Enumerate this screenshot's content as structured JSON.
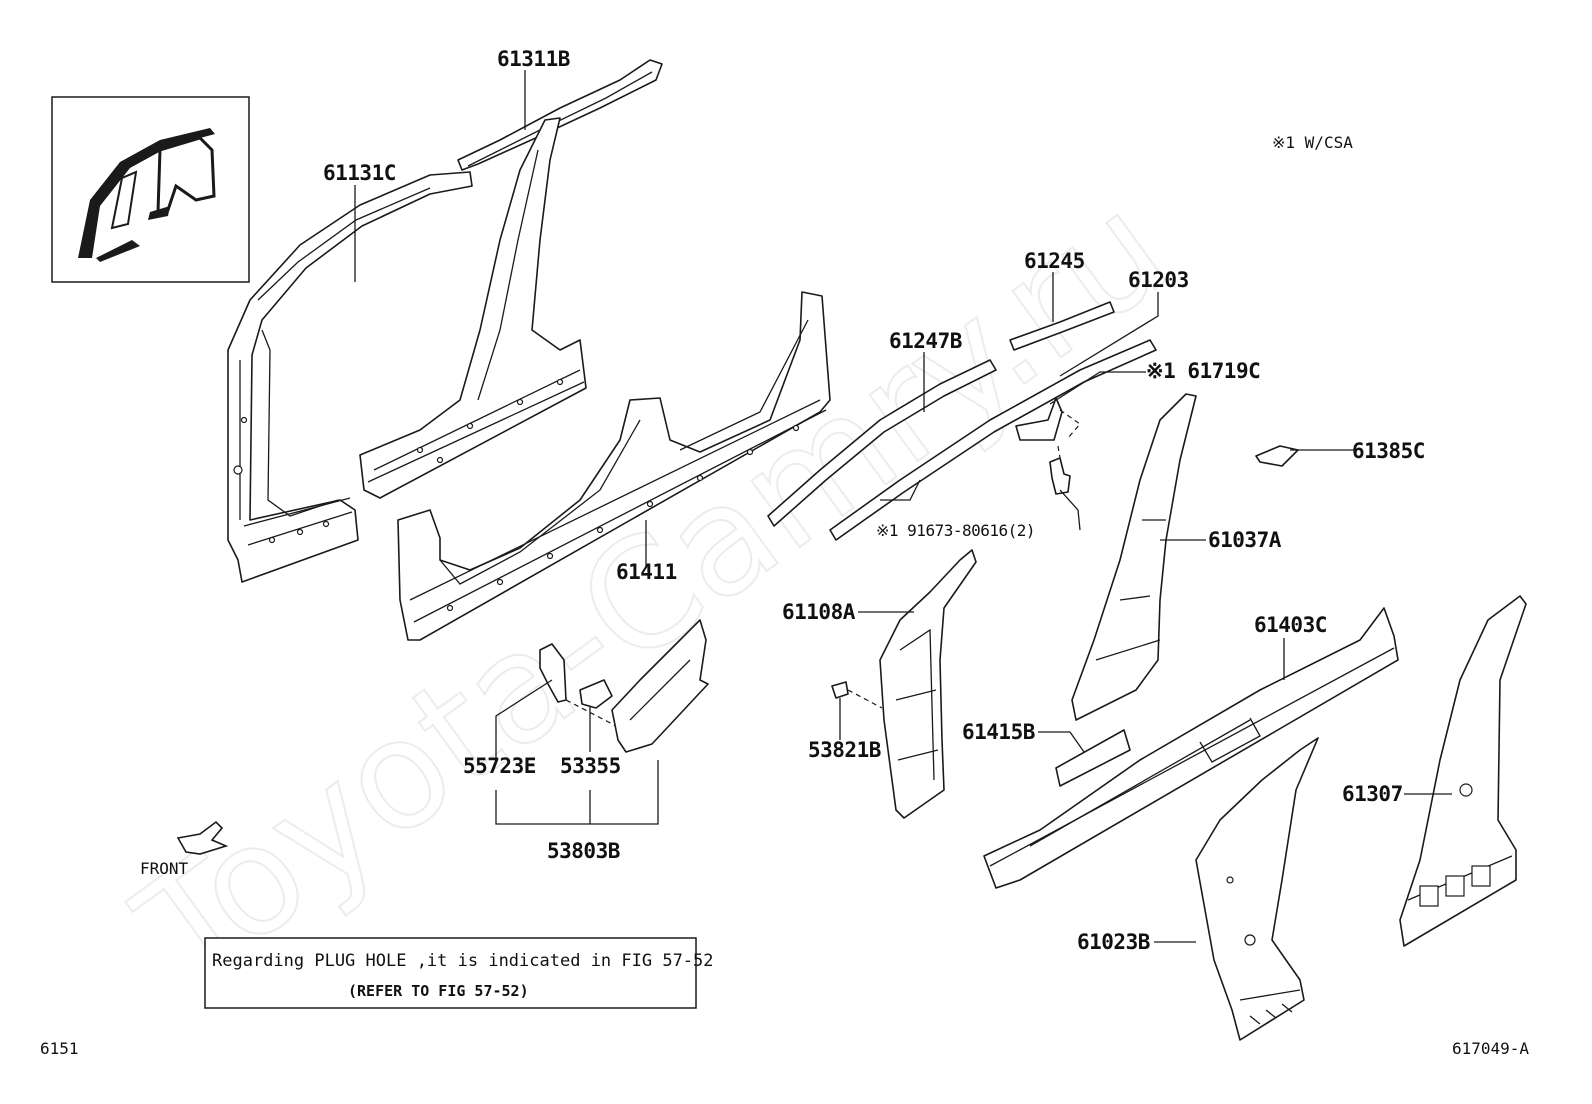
{
  "watermark": "Toyota-Camry.ru",
  "legend_note": "※1 W/CSA",
  "front_label": "FRONT",
  "plug_note": {
    "line1": "Regarding PLUG HOLE ,it is indicated in FIG 57-52",
    "line2": "(REFER TO FIG 57-52)"
  },
  "footer": {
    "left": "6151",
    "right": "617049-A"
  },
  "parts": {
    "p61311B": "61311B",
    "p61131C": "61131C",
    "p61245": "61245",
    "p61203": "61203",
    "p61247B": "61247B",
    "p61719C": "※1 61719C",
    "p61385C": "61385C",
    "p91673": "※1 91673-80616(2)",
    "p61037A": "61037A",
    "p61411": "61411",
    "p61108A": "61108A",
    "p61403C": "61403C",
    "p61415B": "61415B",
    "p53821B": "53821B",
    "p55723E": "55723E",
    "p53355": "53355",
    "p53803B": "53803B",
    "p61307": "61307",
    "p61023B": "61023B"
  }
}
